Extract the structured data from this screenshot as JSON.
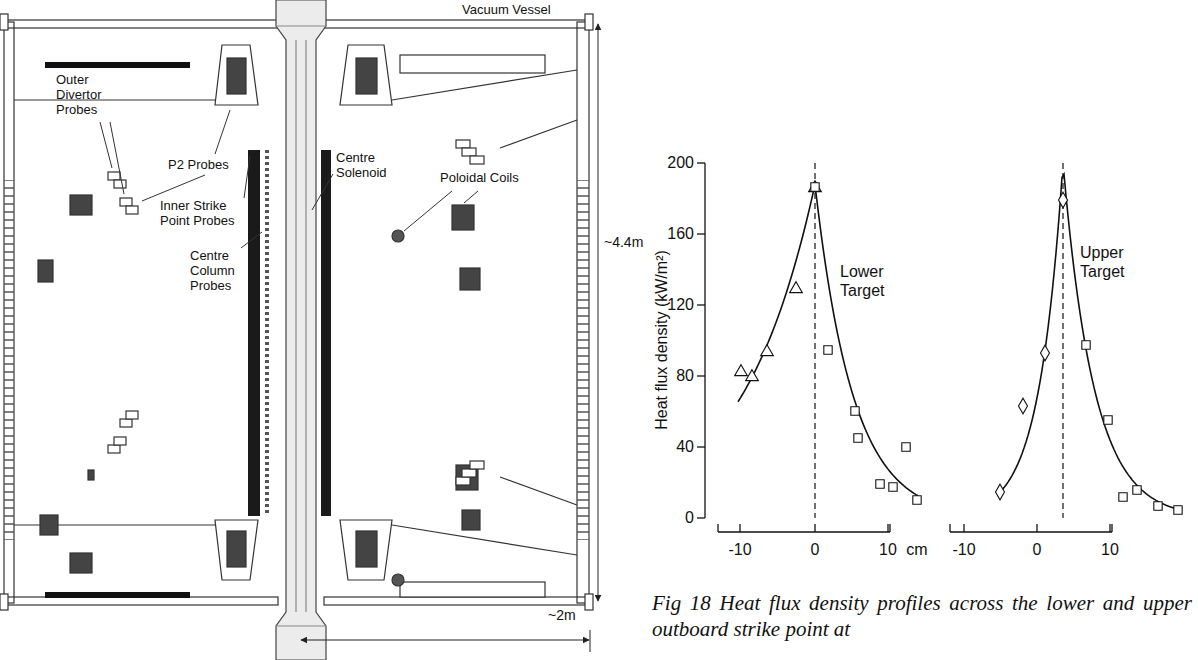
{
  "diagram": {
    "caption": "Fig 18 Heat flux density profiles across the lower and upper outboard strike point at",
    "labels": [
      "Vacuum Vessel",
      "Outer Divertor Probes",
      "P2 Probes",
      "Centre Solenoid",
      "Inner Strike Point Probes",
      "Centre Column Probes",
      "Poloidal Coils",
      "~4.4m",
      "~2m",
      "200",
      "160",
      "120",
      "80",
      "40",
      "0",
      "Heat flux density (kW/m²)",
      "Lower Target",
      "Upper Target",
      "-10",
      "0",
      "10",
      "cm",
      "-10",
      "0",
      "10"
    ]
  }
}
